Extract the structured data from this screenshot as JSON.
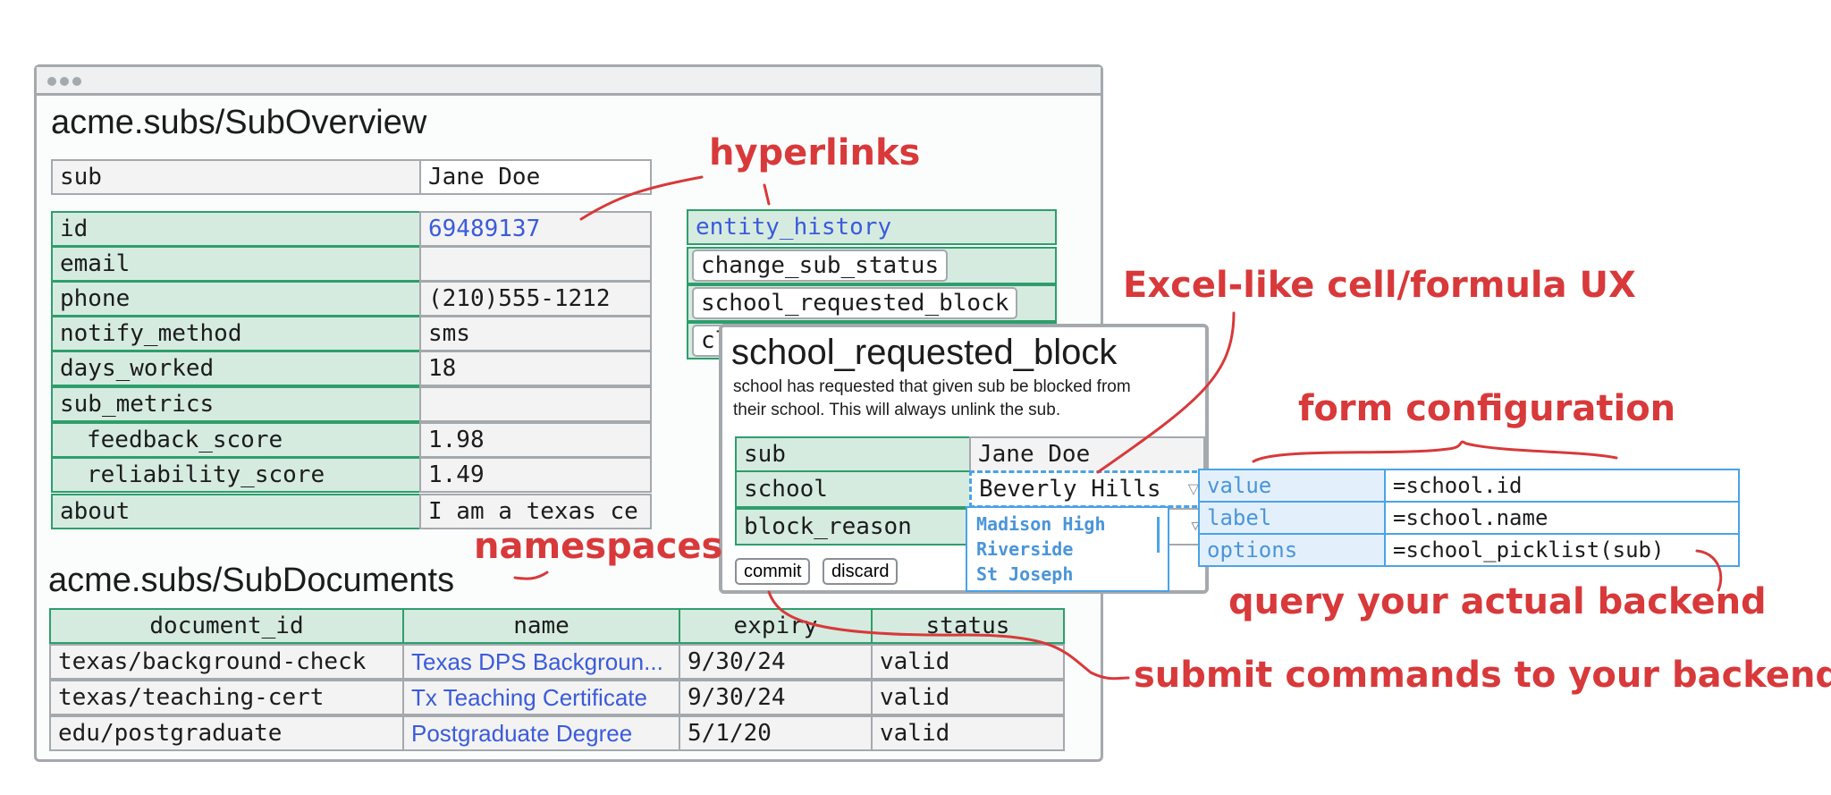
{
  "overview": {
    "title": "acme.subs/SubOverview",
    "sub_label": "sub",
    "sub_value": "Jane Doe",
    "fields": [
      {
        "key": "id",
        "value": "69489137"
      },
      {
        "key": "email",
        "value": ""
      },
      {
        "key": "phone",
        "value": "(210)555-1212"
      },
      {
        "key": "notify_method",
        "value": "sms"
      },
      {
        "key": "days_worked",
        "value": "18"
      },
      {
        "key": "sub_metrics",
        "value": ""
      },
      {
        "key": "feedback_score",
        "value": "1.98"
      },
      {
        "key": "reliability_score",
        "value": "1.49"
      },
      {
        "key": "about",
        "value": "I am a texas ce"
      }
    ],
    "actions": {
      "entity_history": "entity_history",
      "change_sub_status": "change_sub_status",
      "school_requested_block": "school_requested_block",
      "partial": "cl"
    }
  },
  "documents": {
    "title": "acme.subs/SubDocuments",
    "headers": [
      "document_id",
      "name",
      "expiry",
      "status"
    ],
    "rows": [
      [
        "texas/background-check",
        "Texas DPS Backgroun...",
        "9/30/24",
        "valid"
      ],
      [
        "texas/teaching-cert",
        "Tx Teaching Certificate",
        "9/30/24",
        "valid"
      ],
      [
        "edu/postgraduate",
        "Postgraduate Degree",
        "5/1/20",
        "valid"
      ]
    ]
  },
  "popup": {
    "title": "school_requested_block",
    "description_line1": "school has requested that given sub be blocked from",
    "description_line2": "their school. This will always unlink the sub.",
    "fields": [
      {
        "key": "sub",
        "value": "Jane Doe"
      },
      {
        "key": "school",
        "value": "Beverly Hills"
      },
      {
        "key": "block_reason",
        "value": ""
      }
    ],
    "dropdown_options": [
      "Madison High",
      "Riverside",
      "St Joseph"
    ],
    "commit_label": "commit",
    "discard_label": "discard"
  },
  "form_config": [
    {
      "key": "value",
      "formula": "=school.id"
    },
    {
      "key": "label",
      "formula": "=school.name"
    },
    {
      "key": "options",
      "formula": "=school_picklist(sub)"
    }
  ],
  "annotations": {
    "hyperlinks": "hyperlinks",
    "excel": "Excel-like cell/formula UX",
    "form_configuration": "form configuration",
    "namespaces": "namespaces",
    "query_backend": "query your actual backend",
    "submit_commands": "submit commands to your backend"
  },
  "colors": {
    "annotation_red": "#d8393a",
    "key_green": "#d5ebe0",
    "link_blue": "#3b5bd9",
    "formula_blue": "#4aa3e6"
  }
}
